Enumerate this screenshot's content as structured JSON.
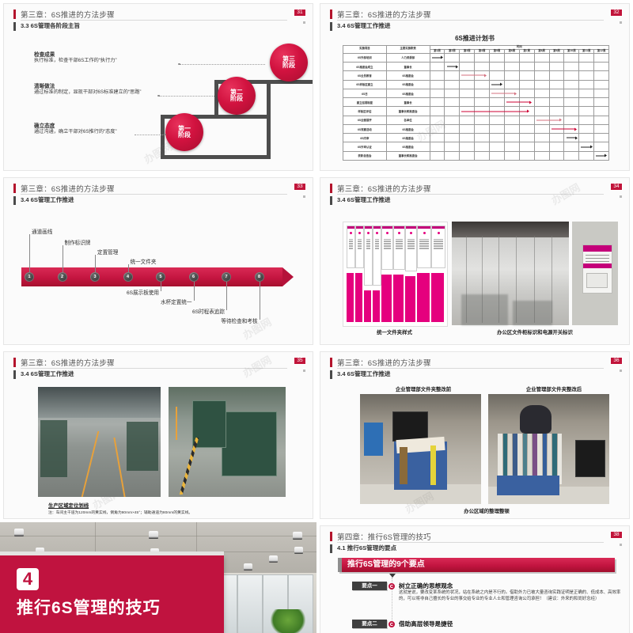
{
  "deck": {
    "watermark": "办图网"
  },
  "slides": [
    {
      "id": 31,
      "page": "31",
      "chapter": "第三章：6S推进的方法步骤",
      "section": "3.3 6S管理各阶段主旨",
      "stages": [
        {
          "label": "第三\n阶段",
          "title": "检查成果",
          "desc": "执行标准，检查干部6S工作的“执行力”"
        },
        {
          "label": "第二\n阶段",
          "title": "清晰做法",
          "desc": "通过标准的制定，显现干部对6S标准建立的“思路”"
        },
        {
          "label": "第一\n阶段",
          "title": "确立态度",
          "desc": "通过沟通，确立干部对6S推行的“态度”"
        }
      ]
    },
    {
      "id": 32,
      "page": "32",
      "chapter": "第三章：6S推进的方法步骤",
      "section": "3.4 6S管理工作推进",
      "chart_title": "6S推进计划书",
      "gantt": {
        "col_headers": [
          "实施项目",
          "主要实施职责",
          "时间"
        ],
        "weeks": [
          "第1周",
          "第2周",
          "第3周",
          "第4周",
          "第5周",
          "第6周",
          "第7周",
          "第8周",
          "第9周",
          "第10周",
          "第11周",
          "第12周"
        ],
        "rows": [
          {
            "item": "6S外部培训",
            "owner": "人力资源部",
            "start": 1,
            "end": 1,
            "color": "black"
          },
          {
            "item": "6S推委会成立",
            "owner": "董事长",
            "start": 2,
            "end": 2,
            "color": "black"
          },
          {
            "item": "6S全员教育",
            "owner": "6S推委会",
            "start": 3,
            "end": 4,
            "color": "pink"
          },
          {
            "item": "6S样板区建立",
            "owner": "6S推委会",
            "start": 5,
            "end": 5,
            "color": "black"
          },
          {
            "item": "6S日",
            "owner": "6S推委会",
            "start": 5,
            "end": 6,
            "color": "pink"
          },
          {
            "item": "建立巡视制度",
            "owner": "董事长",
            "start": 6,
            "end": 7,
            "color": "red"
          },
          {
            "item": "样板区评估",
            "owner": "董事长和推委会",
            "start": 3,
            "end": 7,
            "color": "red"
          },
          {
            "item": "6S全面展开",
            "owner": "各单位",
            "start": 8,
            "end": 9,
            "color": "pink"
          },
          {
            "item": "6S竞赛活动",
            "owner": "6S推委会",
            "start": 9,
            "end": 10,
            "color": "red"
          },
          {
            "item": "6S内审",
            "owner": "6S推委会",
            "start": 10,
            "end": 10,
            "color": "black"
          },
          {
            "item": "6S外审认证",
            "owner": "6S推委会",
            "start": 11,
            "end": 11,
            "color": "black"
          },
          {
            "item": "表彰总结会",
            "owner": "董事长和推委会",
            "start": 12,
            "end": 12,
            "color": "black"
          }
        ]
      }
    },
    {
      "id": 33,
      "page": "33",
      "chapter": "第三章：6S推进的方法步骤",
      "section": "3.4 6S管理工作推进",
      "timeline": [
        {
          "no": "1",
          "label": "通道画线",
          "side": "top"
        },
        {
          "no": "2",
          "label": "制作标识牌",
          "side": "top"
        },
        {
          "no": "3",
          "label": "定置管理",
          "side": "top"
        },
        {
          "no": "4",
          "label": "统一文件夹",
          "side": "top"
        },
        {
          "no": "5",
          "label": "6S展示板使用",
          "side": "bottom"
        },
        {
          "no": "6",
          "label": "水杯定置统一",
          "side": "bottom"
        },
        {
          "no": "7",
          "label": "6S时程表追踪",
          "side": "bottom"
        },
        {
          "no": "8",
          "label": "等待检查和考核",
          "side": "bottom"
        }
      ]
    },
    {
      "id": 34,
      "page": "34",
      "chapter": "第三章：6S推进的方法步骤",
      "section": "3.4 6S管理工作推进",
      "captions": [
        {
          "text": "统一文件夹样式"
        },
        {
          "text": "办公区文件柜标识和电源开关标识"
        }
      ]
    },
    {
      "id": 35,
      "page": "35",
      "chapter": "第三章：6S推进的方法步骤",
      "section": "3.4 6S管理工作推进",
      "caption": "生产区域定位划线",
      "note": "注：车间主干道为120mm的黄实线，倒角为80mm×45°；辅助通道为80mm的黄实线。"
    },
    {
      "id": 36,
      "page": "36",
      "chapter": "第三章：6S推进的方法步骤",
      "section": "3.4 6S管理工作推进",
      "top_captions": [
        "企业管理部文件夹整改前",
        "企业管理部文件夹整改后"
      ],
      "bottom_caption": "办公区域的整理整顿"
    },
    {
      "id": 37,
      "number": "4",
      "title": "推行6S管理的技巧"
    },
    {
      "id": 38,
      "page": "38",
      "chapter": "第四章：推行6S管理的技巧",
      "section": "4.1 推行6S管理的要点",
      "banner": "推行6S管理的9个要点",
      "points": [
        {
          "tag": "要点一",
          "head": "树立正确的思想观念",
          "body": "这就是说，要改变某系统的状况，站在系统之内是不行的。借助外力已被大量咨询实践证明是正确的、低成本、高效率的，可以将非自己擅长的专业的事交给专业的专业人士和管理咨询公司承担！（建议：外来的和尚好念经）"
        },
        {
          "tag": "要点二",
          "head": "借助高层领导是捷径",
          "body": ""
        }
      ]
    }
  ]
}
